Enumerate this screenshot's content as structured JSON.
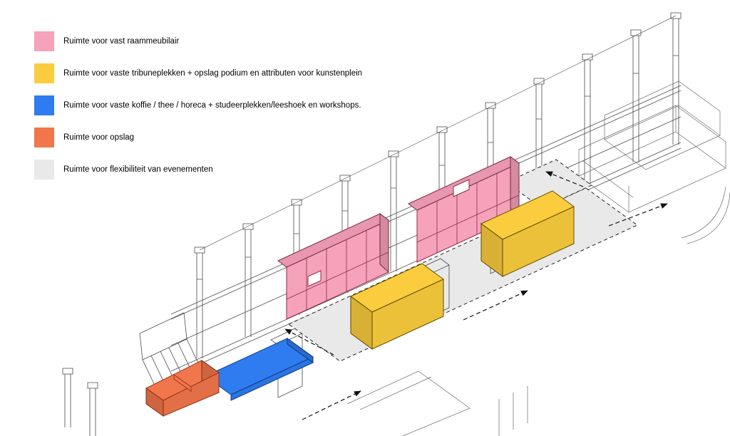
{
  "legend": {
    "items": [
      {
        "id": "pink",
        "label": "Ruimte voor vast raammeubilair",
        "color": "#F6A2BB"
      },
      {
        "id": "yellow",
        "label": "Ruimte voor vaste tribuneplekken + opslag podium en attributen voor kunstenplein",
        "color": "#FBCD3E"
      },
      {
        "id": "blue",
        "label": "Ruimte voor vaste koffie / thee / horeca + studeerplekken/leeshoek en workshops.",
        "color": "#2E7CF0"
      },
      {
        "id": "orange",
        "label": "Ruimte voor opslag",
        "color": "#F1764B"
      },
      {
        "id": "gray",
        "label": "Ruimte voor flexibiliteit van evenementen",
        "color": "#E9E9E9"
      }
    ]
  },
  "diagram": {
    "type": "axonometric-architecture-diagram",
    "zones": [
      {
        "id": "window-furniture-wall-left",
        "legend": "pink"
      },
      {
        "id": "window-furniture-wall-right",
        "legend": "pink"
      },
      {
        "id": "tribune-box-left",
        "legend": "yellow"
      },
      {
        "id": "tribune-box-right",
        "legend": "yellow"
      },
      {
        "id": "coffee-study-platform",
        "legend": "blue"
      },
      {
        "id": "storage-wedge",
        "legend": "orange"
      },
      {
        "id": "event-flex-floor",
        "legend": "gray"
      }
    ],
    "arrow_color": "#111111",
    "line_color": "#4a4a4a"
  }
}
